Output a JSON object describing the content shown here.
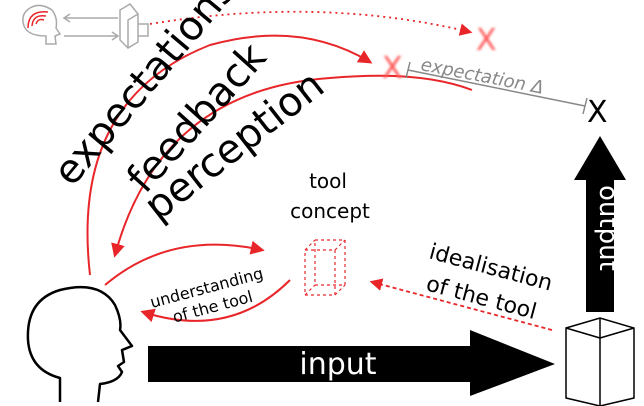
{
  "labels": {
    "expectations": "expectations",
    "feedback": "feedback",
    "perception": "perception",
    "tool_concept_line1": "tool",
    "tool_concept_line2": "concept",
    "understanding_line1": "understanding",
    "understanding_line2": "of the tool",
    "idealisation_line1": "idealisation",
    "idealisation_line2": "of the tool",
    "expectation_delta": "expectation Δ",
    "output": "output",
    "input": "input",
    "actual_result_marker": "X",
    "expected_result_marker": "X"
  },
  "colors": {
    "accent_red": "#e8262a",
    "marker_red": "#ff5a5a",
    "delta_gray": "#888888",
    "ink": "#000000"
  }
}
